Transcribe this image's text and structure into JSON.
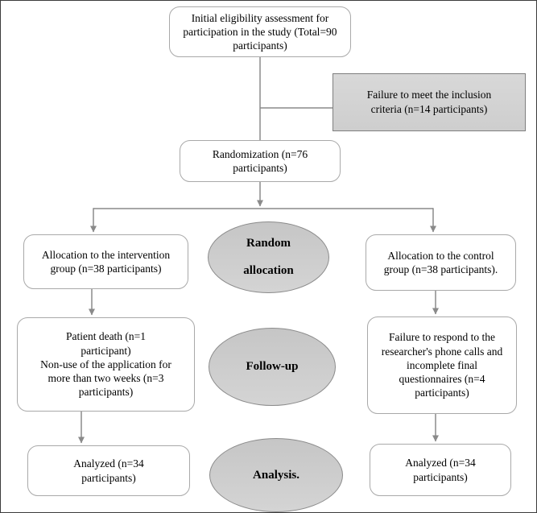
{
  "flow": {
    "eligibility": "Initial eligibility assessment for participation in the study (Total=90 participants)",
    "exclusion": "Failure to meet the inclusion criteria (n=14 participants)",
    "randomization": "Randomization (n=76 participants)",
    "left": {
      "allocation": "Allocation to the intervention group (n=38 participants)",
      "followup_lines": [
        "Patient death (n=1 participant)",
        "Non-use of the application for more than two weeks (n=3 participants)"
      ],
      "analyzed": "Analyzed (n=34 participants)"
    },
    "right": {
      "allocation": "Allocation to the control group (n=38 participants).",
      "followup": "Failure to respond to the researcher's phone calls and incomplete final questionnaires (n=4 participants)",
      "analyzed": "Analyzed (n=34 participants)"
    },
    "stages": {
      "allocation": "Random allocation",
      "followup": "Follow-up",
      "analysis": "Analysis."
    },
    "colors": {
      "box_border": "#a9a9a9",
      "exclusion_fill": "#d3d3d3",
      "exclusion_border": "#7f7f7f",
      "ellipse_fill": "#cccccc",
      "ellipse_border": "#8b8b8b",
      "connector": "#8a8a8a",
      "text": "#000000"
    }
  }
}
